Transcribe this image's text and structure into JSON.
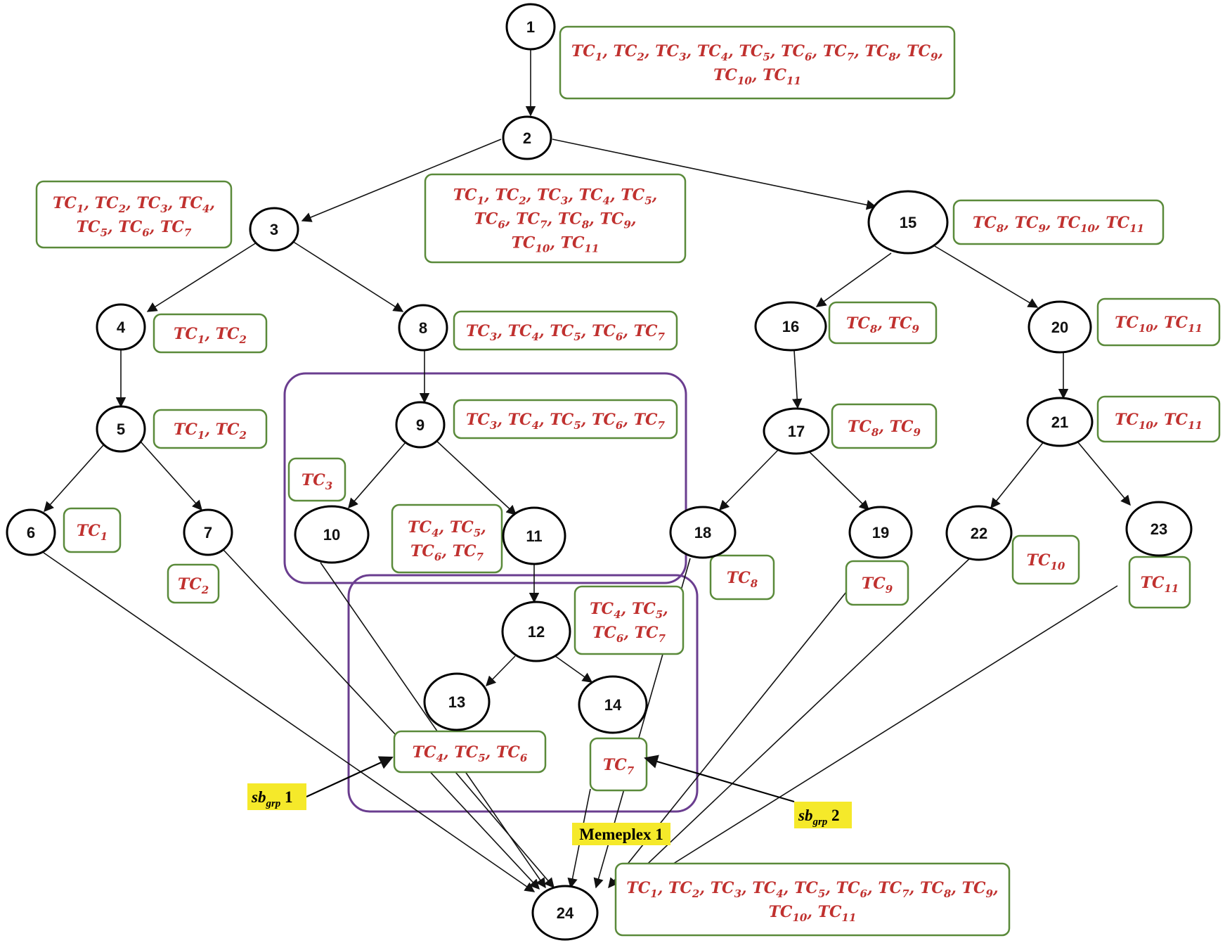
{
  "colors": {
    "edge": "#111111",
    "node_stroke": "#000000",
    "tc_box_stroke": "#5a8a3a",
    "tc_text": "#c0312f",
    "group_box": "#6a3d8f",
    "tag_highlight": "#f5e92a"
  },
  "nodes": [
    "1",
    "2",
    "3",
    "4",
    "5",
    "6",
    "7",
    "8",
    "9",
    "10",
    "11",
    "12",
    "13",
    "14",
    "15",
    "16",
    "17",
    "18",
    "19",
    "20",
    "21",
    "22",
    "23",
    "24"
  ],
  "edges": [
    [
      "1",
      "2"
    ],
    [
      "2",
      "3"
    ],
    [
      "2",
      "15"
    ],
    [
      "3",
      "4"
    ],
    [
      "3",
      "8"
    ],
    [
      "4",
      "5"
    ],
    [
      "5",
      "6"
    ],
    [
      "5",
      "7"
    ],
    [
      "8",
      "9"
    ],
    [
      "9",
      "10"
    ],
    [
      "9",
      "11"
    ],
    [
      "11",
      "12"
    ],
    [
      "12",
      "13"
    ],
    [
      "12",
      "14"
    ],
    [
      "15",
      "16"
    ],
    [
      "15",
      "20"
    ],
    [
      "16",
      "17"
    ],
    [
      "17",
      "18"
    ],
    [
      "17",
      "19"
    ],
    [
      "20",
      "21"
    ],
    [
      "21",
      "22"
    ],
    [
      "21",
      "23"
    ],
    [
      "6",
      "24"
    ],
    [
      "7",
      "24"
    ],
    [
      "10",
      "24"
    ],
    [
      "13",
      "24"
    ],
    [
      "14",
      "24"
    ],
    [
      "18",
      "24"
    ],
    [
      "19",
      "24"
    ],
    [
      "22",
      "24"
    ],
    [
      "23",
      "24"
    ]
  ],
  "tc_groups": {
    "n1": [
      [
        1,
        2,
        3,
        4,
        5,
        6,
        7,
        8,
        9
      ],
      [
        10,
        11
      ]
    ],
    "n3": [
      [
        1,
        2,
        3,
        4
      ],
      [
        5,
        6,
        7
      ]
    ],
    "n2": [
      [
        1,
        2,
        3,
        4,
        5
      ],
      [
        6,
        7,
        8,
        9
      ],
      [
        10,
        11
      ]
    ],
    "n15": [
      [
        8,
        9,
        10,
        11
      ]
    ],
    "n4": [
      [
        1,
        2
      ]
    ],
    "n8": [
      [
        3,
        4,
        5,
        6,
        7
      ]
    ],
    "n16": [
      [
        8,
        9
      ]
    ],
    "n20": [
      [
        10,
        11
      ]
    ],
    "n5": [
      [
        1,
        2
      ]
    ],
    "n9": [
      [
        3,
        4,
        5,
        6,
        7
      ]
    ],
    "n17": [
      [
        8,
        9
      ]
    ],
    "n21": [
      [
        10,
        11
      ]
    ],
    "n10": [
      [
        3
      ]
    ],
    "n6": [
      [
        1
      ]
    ],
    "n11": [
      [
        4,
        5
      ],
      [
        6,
        7
      ]
    ],
    "n7": [
      [
        2
      ]
    ],
    "n18": [
      [
        8
      ]
    ],
    "n19": [
      [
        9
      ]
    ],
    "n22": [
      [
        10
      ]
    ],
    "n23": [
      [
        11
      ]
    ],
    "n12": [
      [
        4,
        5
      ],
      [
        6,
        7
      ]
    ],
    "n13": [
      [
        4,
        5,
        6
      ]
    ],
    "n14": [
      [
        7
      ]
    ],
    "n24": [
      [
        1,
        2,
        3,
        4,
        5,
        6,
        7,
        8,
        9
      ],
      [
        10,
        11
      ]
    ]
  },
  "tc_prefix": "TC",
  "tags": {
    "sbgrp1": {
      "main": "sb",
      "sub": "grp",
      "num": "1"
    },
    "sbgrp2": {
      "main": "sb",
      "sub": "grp",
      "num": "2"
    },
    "memeplex": "Memeplex 1"
  }
}
